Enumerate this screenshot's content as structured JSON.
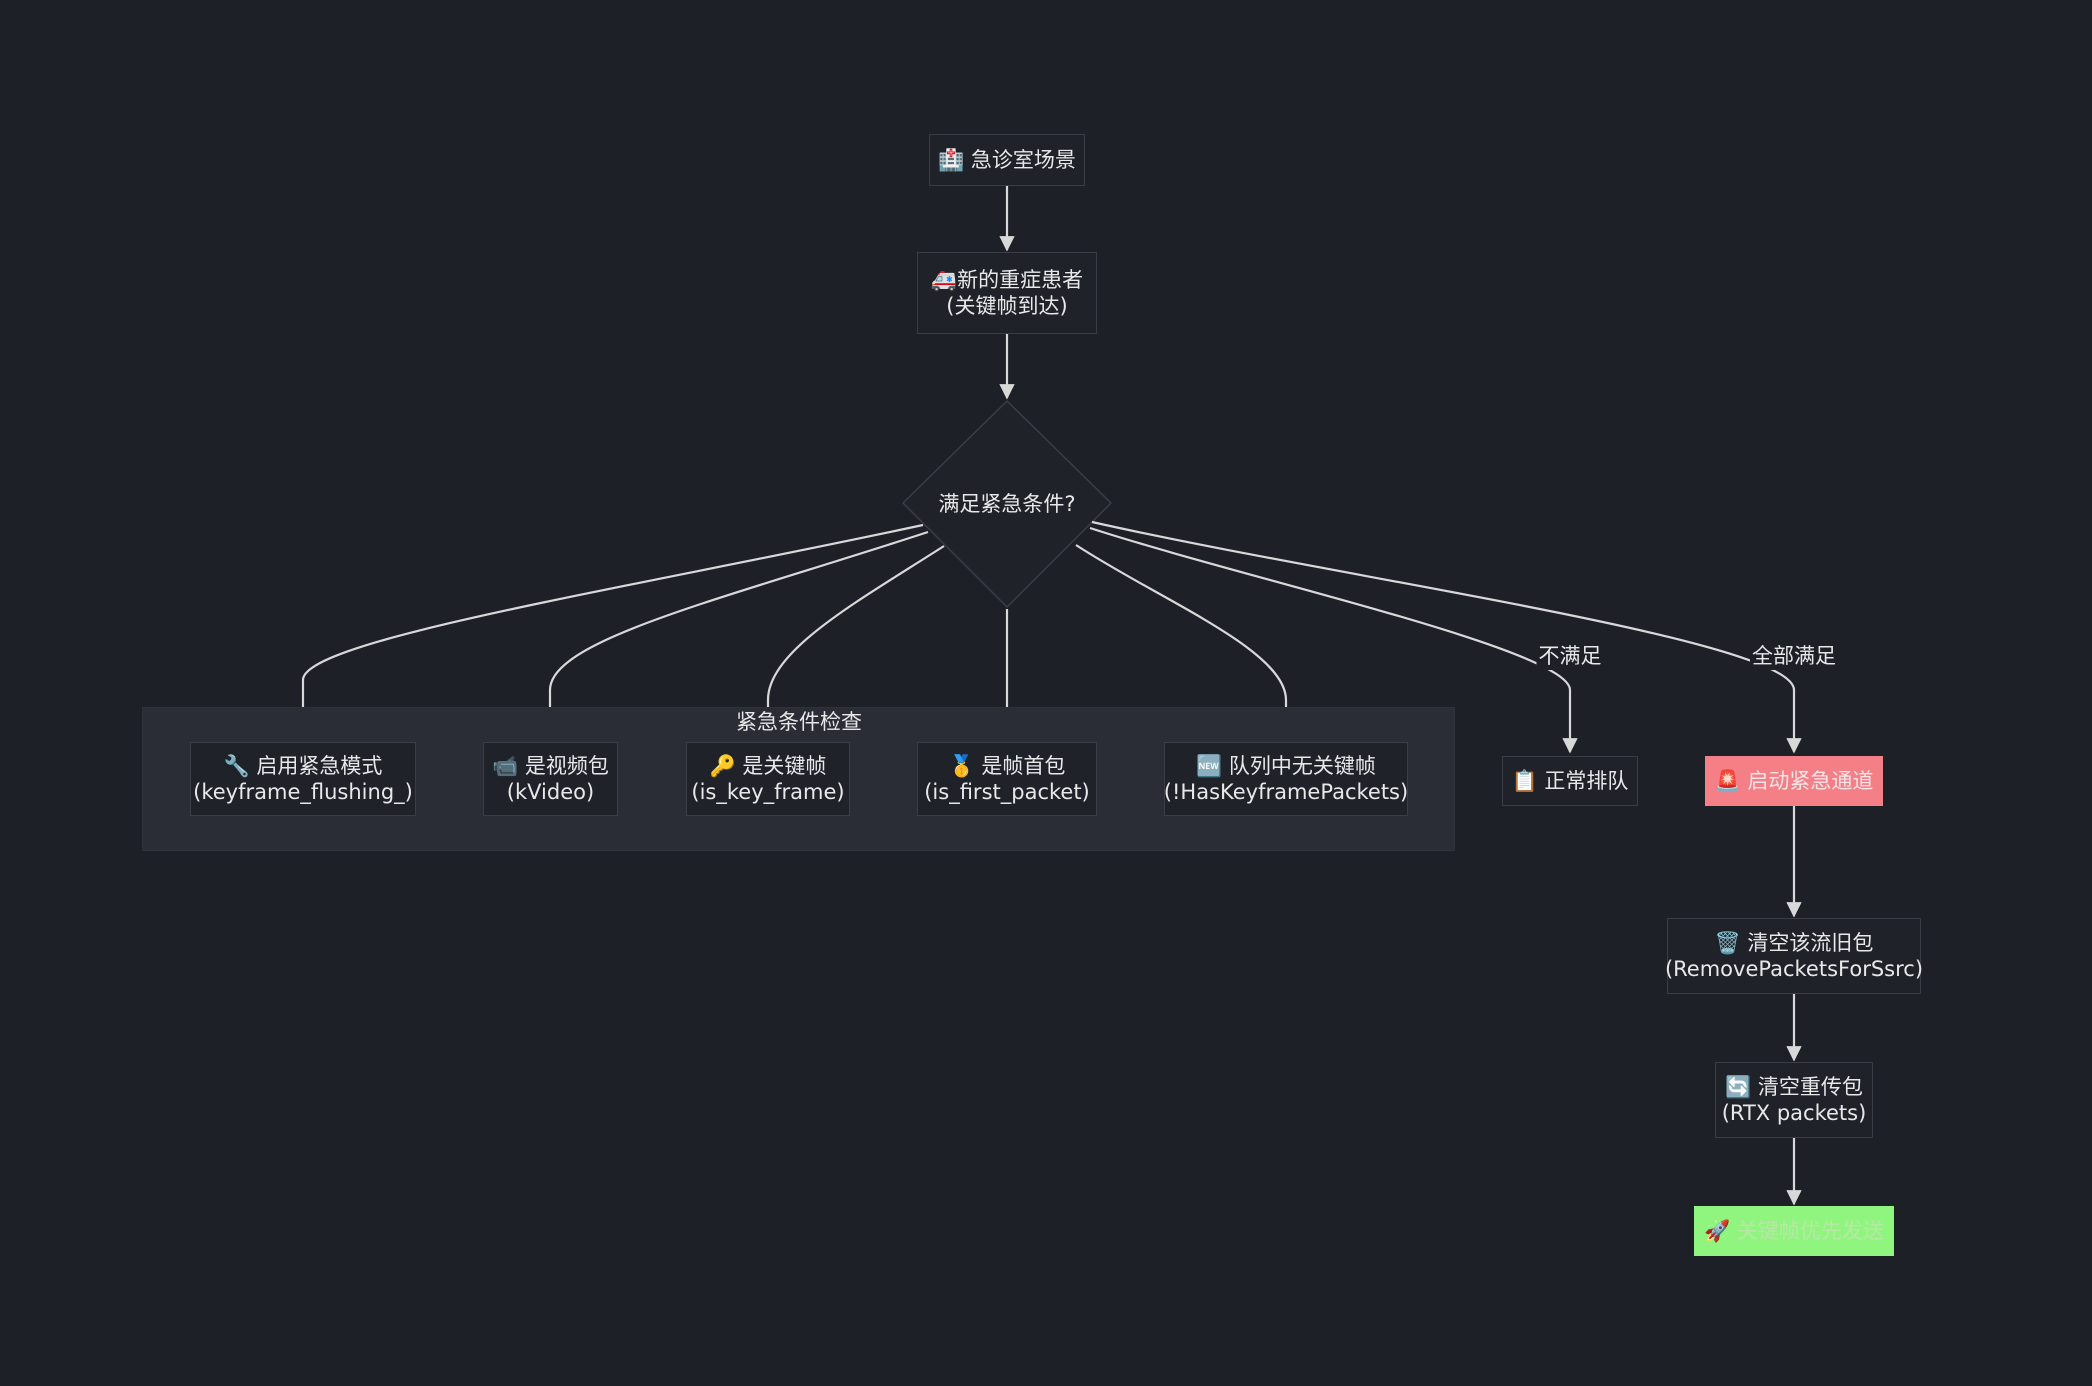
{
  "colors": {
    "background": "#1e2028",
    "edge": "#d8d8d8",
    "danger": "#f47f86",
    "success": "#8ff57f",
    "group": "#2a2d35"
  },
  "nodes": {
    "er": {
      "icon": "🏥",
      "line1": "急诊室场景"
    },
    "patient": {
      "icon": "🚑",
      "line1": "新的重症患者",
      "line2": "(关键帧到达)"
    },
    "decision": {
      "text": "满足紧急条件?"
    },
    "cond_flush": {
      "icon": "🔧",
      "line1": "启用紧急模式",
      "line2": "(keyframe_flushing_)"
    },
    "cond_video": {
      "icon": "📹",
      "line1": "是视频包",
      "line2": "(kVideo)"
    },
    "cond_key": {
      "icon": "🔑",
      "line1": "是关键帧",
      "line2": "(is_key_frame)"
    },
    "cond_first": {
      "icon": "🥇",
      "line1": "是帧首包",
      "line2": "(is_first_packet)"
    },
    "cond_nokey": {
      "icon": "🆕",
      "line1": "队列中无关键帧",
      "line2": "(!HasKeyframePackets)"
    },
    "normal": {
      "icon": "📋",
      "line1": "正常排队"
    },
    "emergency": {
      "icon": "🚨",
      "line1": "启动紧急通道"
    },
    "clear_old": {
      "icon": "🗑️",
      "line1": "清空该流旧包",
      "line2": "(RemovePacketsForSsrc)"
    },
    "clear_rtx": {
      "icon": "🔄",
      "line1": "清空重传包",
      "line2": "(RTX packets)"
    },
    "send": {
      "icon": "🚀",
      "line1": "关键帧优先发送"
    }
  },
  "group": {
    "title": "紧急条件检查"
  },
  "edge_labels": {
    "not_met": "不满足",
    "all_met": "全部满足"
  }
}
